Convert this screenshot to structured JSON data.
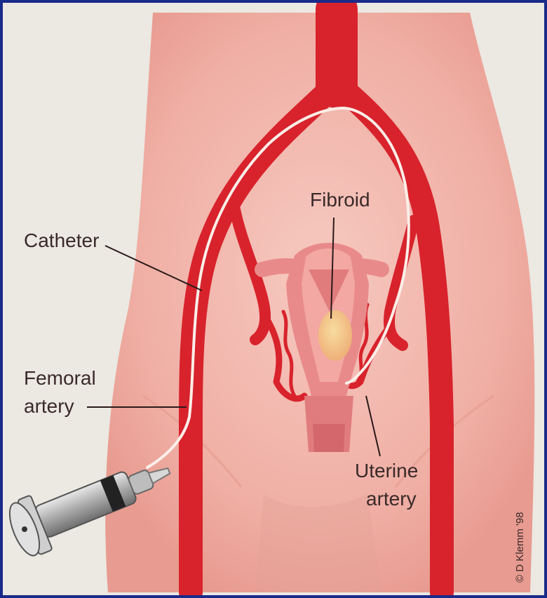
{
  "labels": {
    "catheter": "Catheter",
    "fibroid": "Fibroid",
    "femoral_line1": "Femoral",
    "femoral_line2": "artery",
    "uterine_line1": "Uterine",
    "uterine_line2": "artery"
  },
  "credit": "© D Klemm '98",
  "colors": {
    "background": "#ece8e2",
    "body": "#f2b6ad",
    "artery": "#d8232c",
    "uterus": "#e98a8a",
    "fibroid": "#f3c48a",
    "border": "#1a2a8a"
  }
}
